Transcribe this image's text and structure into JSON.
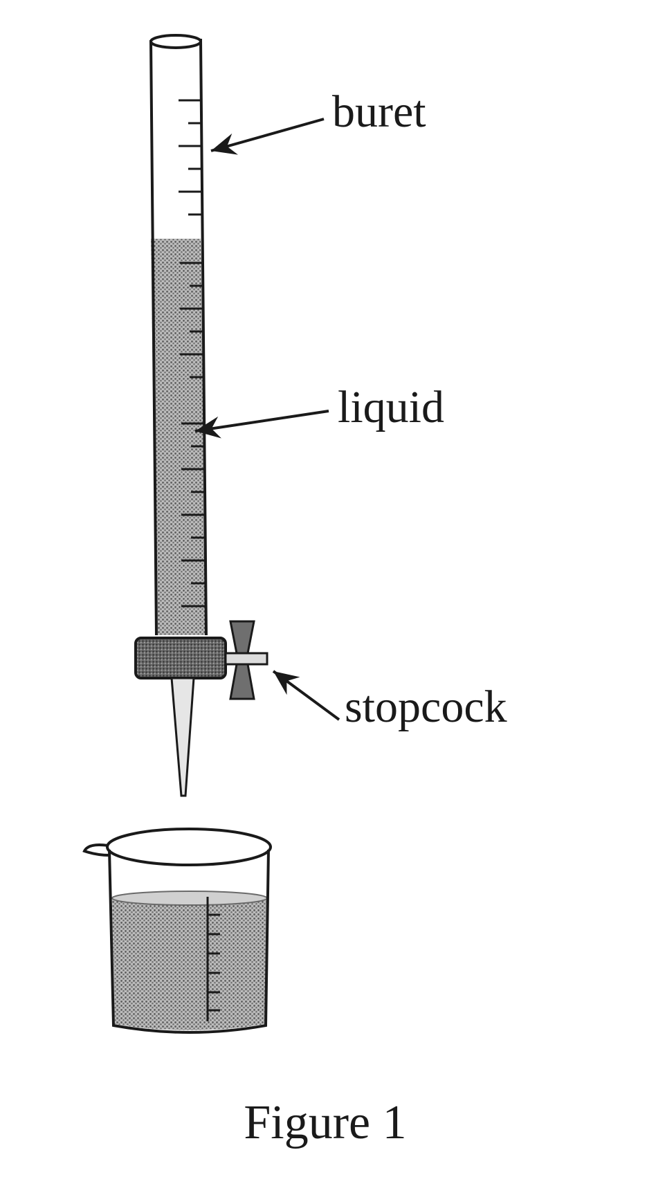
{
  "labels": {
    "buret": "buret",
    "liquid": "liquid",
    "stopcock": "stopcock"
  },
  "caption": "Figure 1",
  "colors": {
    "ink": "#1a1a1a",
    "liquid_fill": "#9a9a9a",
    "background": "#ffffff"
  }
}
